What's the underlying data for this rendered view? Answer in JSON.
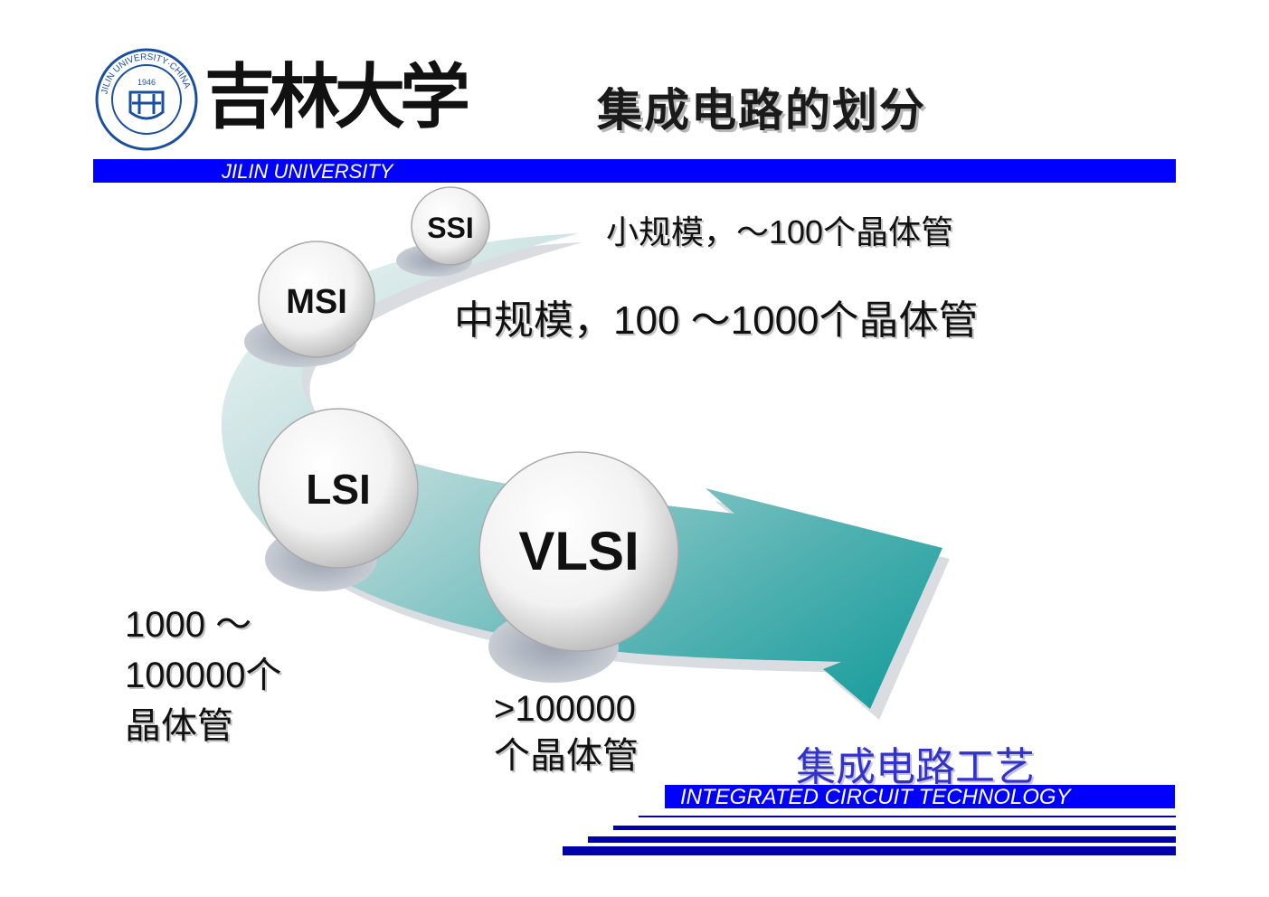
{
  "header": {
    "seal_text": "JILIN UNIVERSITY·CHINA",
    "seal_year": "1946",
    "logo_script": "吉林大学",
    "title": "集成电路的划分",
    "university": "JILIN UNIVERSITY"
  },
  "diagram": {
    "ssi": {
      "label": "SSI",
      "desc": "小规模，～100个晶体管"
    },
    "msi": {
      "label": "MSI",
      "desc": "中规模，100 ～1000个晶体管"
    },
    "lsi": {
      "label": "LSI",
      "desc_lines": [
        "1000 ～",
        "100000个",
        "晶体管"
      ]
    },
    "vlsi": {
      "label": "VLSI",
      "desc_lines": [
        ">100000",
        "个晶体管"
      ]
    }
  },
  "footer": {
    "title": "集成电路工艺",
    "subtitle": "INTEGRATED CIRCUIT TECHNOLOGY"
  },
  "colors": {
    "accent_blue": "#0000ff",
    "arrow_teal": "#1b9e9e",
    "footer_title": "#3333cc"
  }
}
